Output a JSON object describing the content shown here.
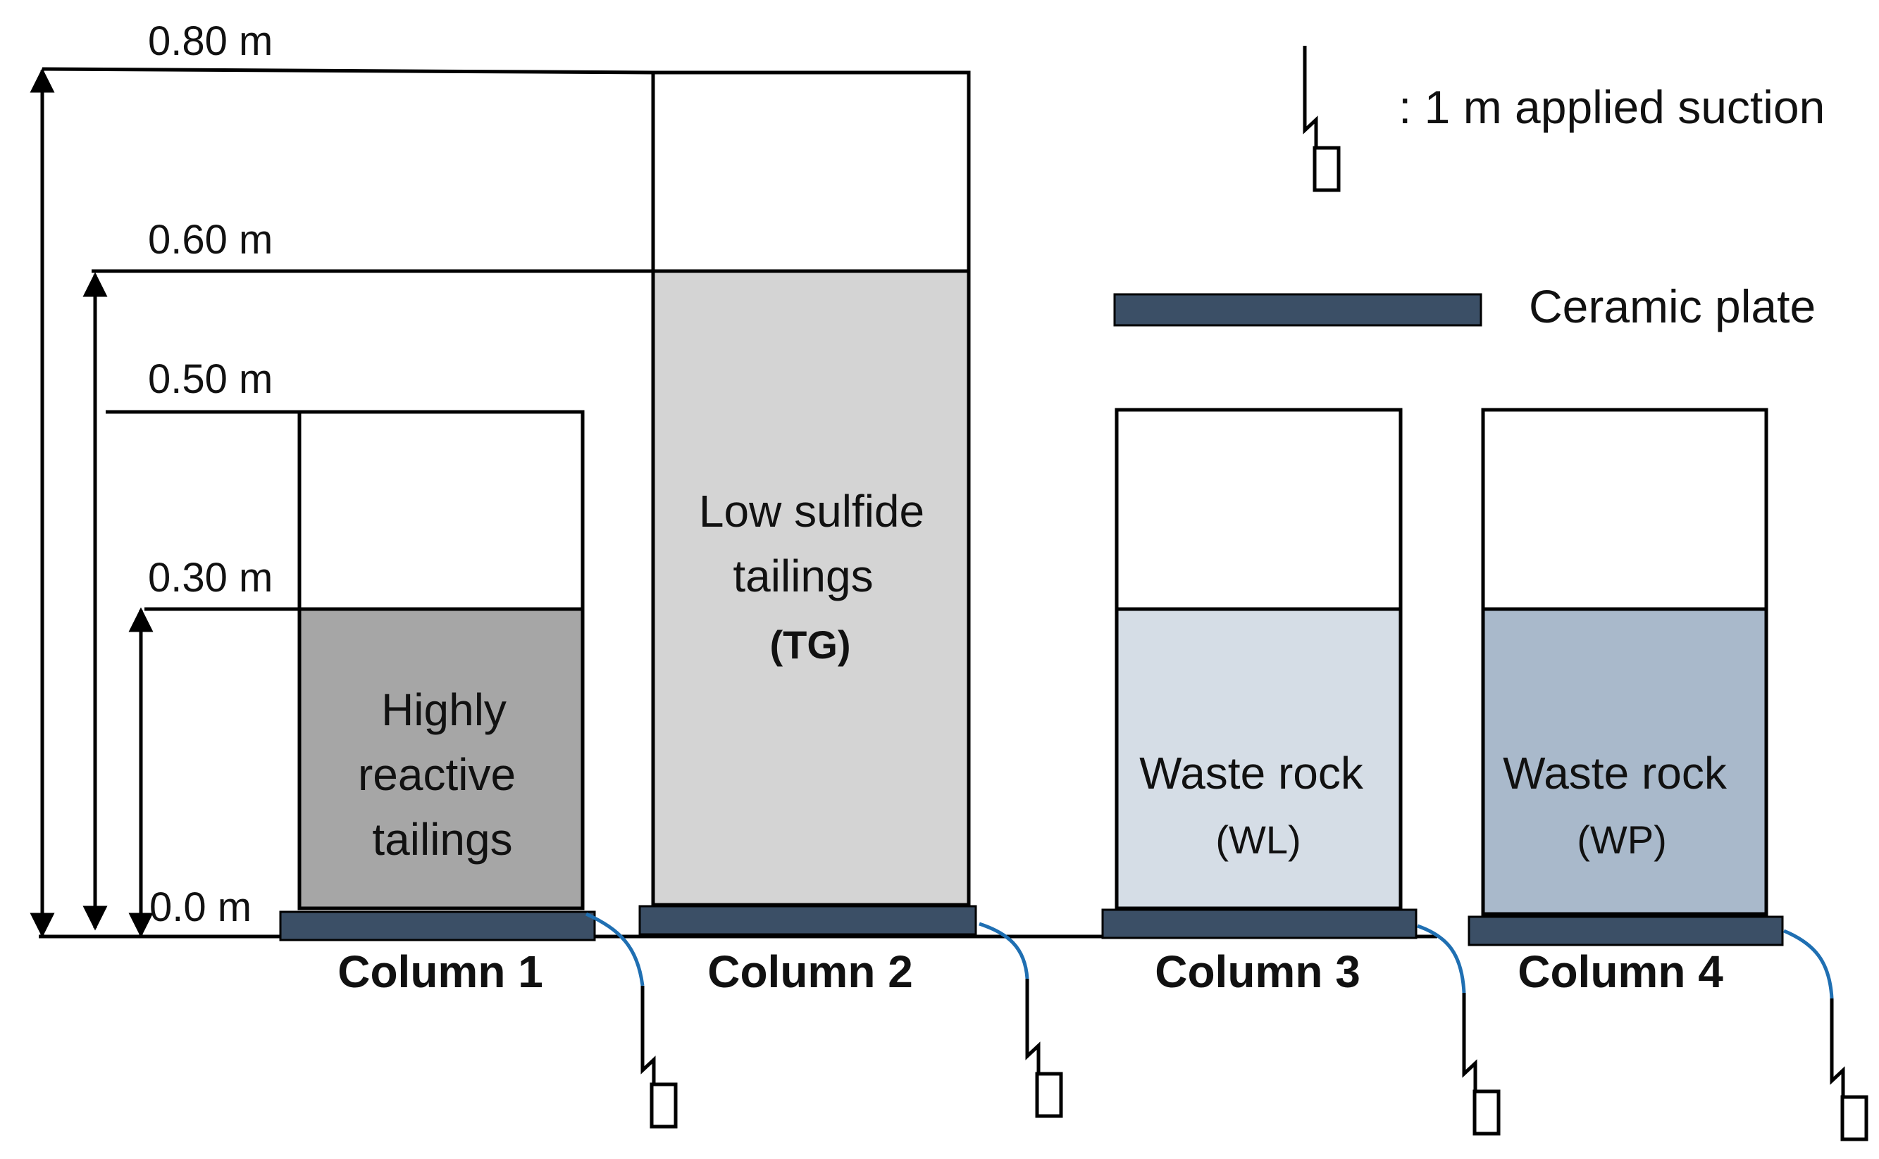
{
  "levels": {
    "l080": "0.80 m",
    "l060": "0.60 m",
    "l050": "0.50 m",
    "l030": "0.30 m",
    "l000": "0.0 m"
  },
  "columns": {
    "c1": {
      "name": "Column 1",
      "material": [
        "Highly",
        "reactive",
        "tailings"
      ],
      "fill": "#a6a6a6"
    },
    "c2": {
      "name": "Column 2",
      "material": [
        "Low sulfide",
        "tailings"
      ],
      "code": "(TG)",
      "fill": "#d4d4d4"
    },
    "c3": {
      "name": "Column 3",
      "material": [
        "Waste rock"
      ],
      "code": "(WL)",
      "fill": "#d5dde6"
    },
    "c4": {
      "name": "Column 4",
      "material": [
        "Waste rock"
      ],
      "code": "(WP)",
      "fill": "#a9b9cb"
    }
  },
  "legend": {
    "suction": ": 1 m applied suction",
    "plate": "Ceramic plate"
  },
  "colors": {
    "plate": "#3b4f66",
    "tube": "#1f6fb2",
    "line": "#000000"
  }
}
